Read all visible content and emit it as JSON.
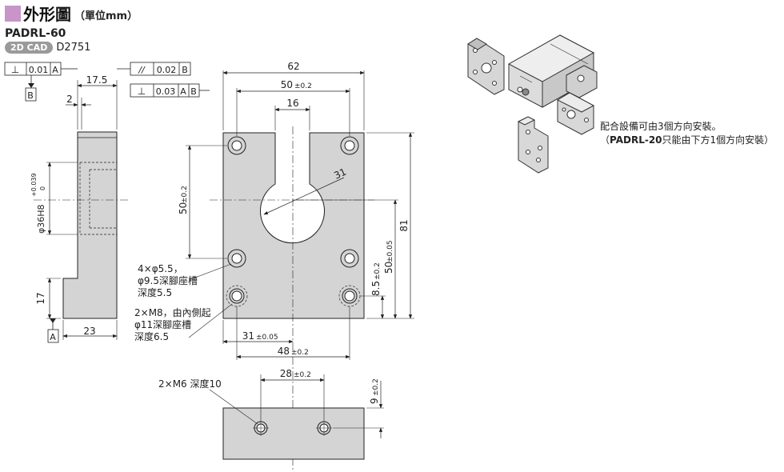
{
  "header": {
    "title": "外形圖",
    "unit": "（單位mm）",
    "model": "PADRL-60",
    "cad_badge": "2D CAD",
    "cad_code": "D2751"
  },
  "tolerances": {
    "perp_a": {
      "symbol": "⊥",
      "value": "0.01",
      "datum": "A"
    },
    "datum_b": "B",
    "parallel_b": {
      "symbol": "//",
      "value": "0.02",
      "datum": "B"
    },
    "perp_ab": {
      "symbol": "⊥",
      "value": "0.03",
      "datum1": "A",
      "datum2": "B"
    },
    "datum_a": "A"
  },
  "side_view": {
    "dim_top": "17.5",
    "dim_step": "2",
    "dim_bore": "φ36H8",
    "dim_bore_tol_upper": "+0.039",
    "dim_bore_tol_lower": "0",
    "dim_height": "17",
    "dim_width": "23"
  },
  "front_view": {
    "dim_width": "62",
    "dim_hole_pitch": "50",
    "dim_hole_pitch_tol": "±0.2",
    "dim_slot": "16",
    "dim_circle": "31",
    "dim_vpitch": "50",
    "dim_vpitch_tol": "±0.2",
    "dim_height": "81",
    "dim_v50": "50",
    "dim_v50_tol": "±0.05",
    "dim_v85": "8.5",
    "dim_v85_tol": "±0.2",
    "dim_31": "31",
    "dim_31_tol": "±0.05",
    "dim_48": "48",
    "dim_48_tol": "±0.2",
    "callout1_line1": "4×φ5.5，",
    "callout1_line2": "φ9.5深腳座槽",
    "callout1_line3": "深度5.5",
    "callout2_line1": "2×M8，由內側起",
    "callout2_line2": "φ11深腳座槽",
    "callout2_line3": "深度6.5"
  },
  "bottom_view": {
    "callout": "2×M6 深度10",
    "dim_28": "28",
    "dim_28_tol": "±0.2",
    "dim_9": "9",
    "dim_9_tol": "±0.2"
  },
  "assembly": {
    "note_line1": "配合設備可由3個方向安裝。",
    "note_line2_open": "（",
    "note_line2_bold": "PADRL-20",
    "note_line2_rest": "只能由下方1個方向安裝）"
  }
}
